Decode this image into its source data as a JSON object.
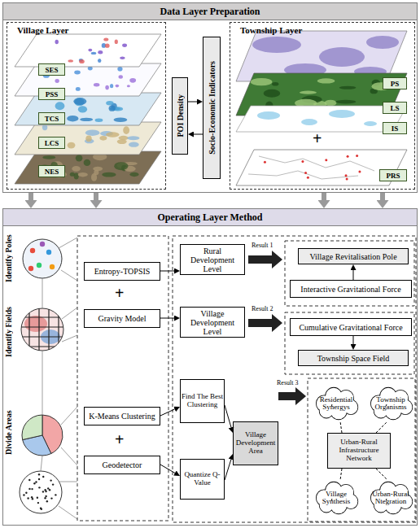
{
  "diagram": {
    "nodes": [
      {
        "text": [
          "Data Layer Preparation"
        ]
      },
      {
        "text": [
          "Village Layer"
        ],
        "in": 0
      },
      {
        "text": [
          "SES"
        ],
        "in": 1
      },
      {
        "text": [
          "PSS"
        ],
        "in": 1
      },
      {
        "text": [
          "TCS"
        ],
        "in": 1
      },
      {
        "text": [
          "LCS"
        ],
        "in": 1
      },
      {
        "text": [
          "NES"
        ],
        "in": 1
      },
      {
        "text": [
          "POI Density"
        ],
        "in": 0
      },
      {
        "text": [
          "Socio-Economic Indicators"
        ],
        "in": 0
      },
      {
        "text": [
          "Township Layer"
        ],
        "in": 0
      },
      {
        "text": [
          "PS"
        ],
        "in": 9
      },
      {
        "text": [
          "LS"
        ],
        "in": 9
      },
      {
        "text": [
          "IS"
        ],
        "in": 9
      },
      {
        "text": [
          "PRS"
        ],
        "in": 9
      },
      {
        "text": [
          "Operating Layer Method"
        ]
      },
      {
        "text": [
          "Entropy-TOPSIS"
        ],
        "in": 14
      },
      {
        "text": [
          "Gravity Model"
        ],
        "in": 14
      },
      {
        "text": [
          "K-Means Clustering"
        ],
        "in": 14
      },
      {
        "text": [
          "Geodetector"
        ],
        "in": 14
      },
      {
        "text": [
          "Rural Development Level"
        ],
        "in": 14
      },
      {
        "text": [
          "Village Development Level"
        ],
        "in": 14
      },
      {
        "text": [
          "Find The Best Clustering"
        ],
        "in": 14
      },
      {
        "text": [
          "Quantize Q-Value"
        ],
        "in": 14
      },
      {
        "text": [
          "Village Development Area"
        ],
        "in": 14
      },
      {
        "text": [
          "Village Revitalisation Pole"
        ],
        "in": 14
      },
      {
        "text": [
          "Interactive Gravitational Force"
        ],
        "in": 14
      },
      {
        "text": [
          "Cumulative Gravitational Force"
        ],
        "in": 14
      },
      {
        "text": [
          "Township Space Field"
        ],
        "in": 14
      },
      {
        "text": [
          "Residential Synergys"
        ],
        "in": 14
      },
      {
        "text": [
          "Township Organisms"
        ],
        "in": 14
      },
      {
        "text": [
          "Urban-Rural Infrastructure Network"
        ],
        "in": 14
      },
      {
        "text": [
          "Village Synthesis"
        ],
        "in": 14
      },
      {
        "text": [
          "Urban-Rural Ntegration"
        ],
        "in": 14
      }
    ],
    "edges": [
      {
        "from": 7,
        "to": 8,
        "arrow": "to"
      },
      {
        "from": 8,
        "to": 7,
        "arrow": "to"
      },
      {
        "from": 0,
        "to": 14,
        "arrow": "to"
      },
      {
        "from": 0,
        "to": 14,
        "arrow": "to"
      },
      {
        "from": 0,
        "to": 14,
        "arrow": "to"
      },
      {
        "from": 0,
        "to": 14,
        "arrow": "to"
      },
      {
        "from": 15,
        "to": 19,
        "arrow": "to"
      },
      {
        "from": 16,
        "to": 20,
        "arrow": "to"
      },
      {
        "from": 17,
        "to": 21,
        "arrow": "to"
      },
      {
        "from": 18,
        "to": 22,
        "arrow": "to"
      },
      {
        "from": 21,
        "to": 23,
        "arrow": "to"
      },
      {
        "from": 22,
        "to": 23,
        "arrow": "to"
      },
      {
        "from": 25,
        "to": 24,
        "arrow": "to"
      },
      {
        "from": 26,
        "to": 27,
        "arrow": "to"
      },
      {
        "from": 30,
        "to": 28,
        "arrow": "none"
      },
      {
        "from": 30,
        "to": 29,
        "arrow": "none"
      },
      {
        "from": 30,
        "to": 31,
        "arrow": "none"
      },
      {
        "from": 30,
        "to": 32,
        "arrow": "none"
      }
    ],
    "labels": [
      "+",
      "Identify Poles",
      "Result 1",
      "+",
      "Identify Fields",
      "Result 2",
      "Result 3",
      "Divide Areas",
      "+"
    ]
  }
}
